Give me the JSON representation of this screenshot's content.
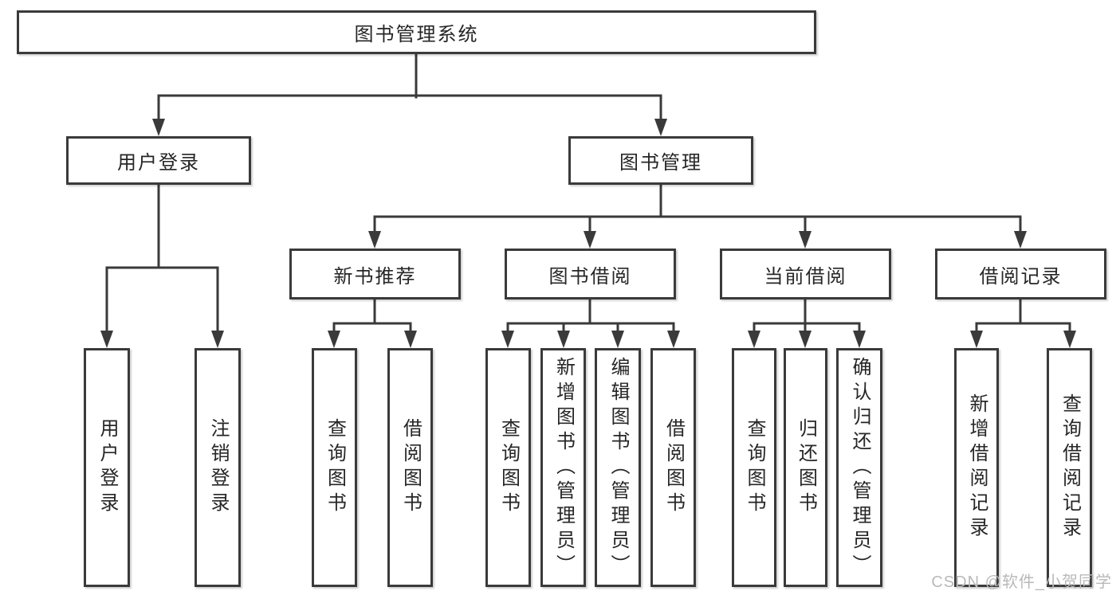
{
  "colors": {
    "line": "#3a3a3a",
    "box_border": "#3a3a3a",
    "box_fill": "#ffffff",
    "text": "#262626",
    "background": "#ffffff",
    "watermark_color": "#b9b9b9"
  },
  "watermark": {
    "text": "CSDN @软件_小贺同学"
  },
  "diagram": {
    "type": "hierarchy-tree",
    "title": "图书管理系统",
    "branches": [
      {
        "label": "用户登录",
        "children": [
          {
            "label": "用户登录"
          },
          {
            "label": "注销登录"
          }
        ]
      },
      {
        "label": "图书管理",
        "children": [
          {
            "label": "新书推荐",
            "children": [
              {
                "label": "查询图书"
              },
              {
                "label": "借阅图书"
              }
            ]
          },
          {
            "label": "图书借阅",
            "children": [
              {
                "label": "查询图书"
              },
              {
                "label": "新增图书（管理员）"
              },
              {
                "label": "编辑图书（管理员）"
              },
              {
                "label": "借阅图书"
              }
            ]
          },
          {
            "label": "当前借阅",
            "children": [
              {
                "label": "查询图书"
              },
              {
                "label": "归还图书"
              },
              {
                "label": "确认归还（管理员）"
              }
            ]
          },
          {
            "label": "借阅记录",
            "children": [
              {
                "label": "新增借阅记录"
              },
              {
                "label": "查询借阅记录"
              }
            ]
          }
        ]
      }
    ]
  }
}
